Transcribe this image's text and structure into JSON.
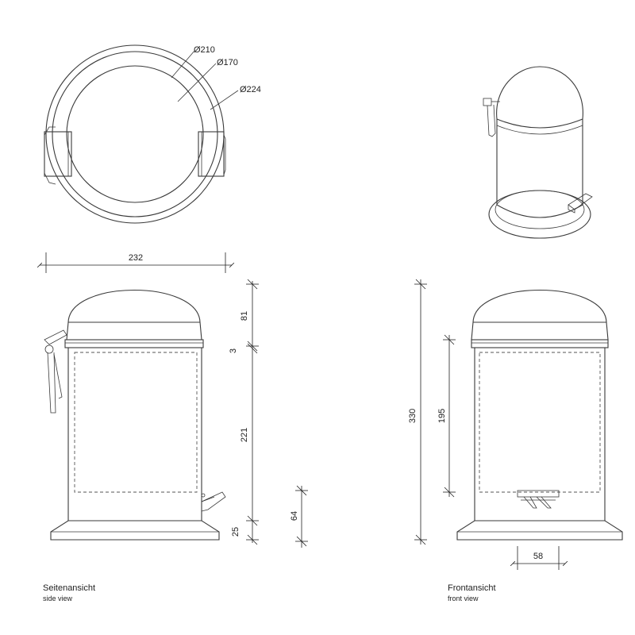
{
  "dimensions": {
    "top_inner_diameter": "Ø170",
    "top_mid_diameter": "Ø210",
    "top_outer_diameter": "Ø224",
    "side_width": "232",
    "side_lid_height": "81",
    "side_rim_height": "3",
    "side_body_height": "221",
    "side_base_height": "25",
    "side_pedal_height": "64",
    "front_total_height": "330",
    "front_insert_height": "195",
    "front_pedal_width": "58"
  },
  "captions": {
    "side_view_de": "Seitenansicht",
    "side_view_en": "side view",
    "front_view_de": "Frontansicht",
    "front_view_en": "front view"
  }
}
